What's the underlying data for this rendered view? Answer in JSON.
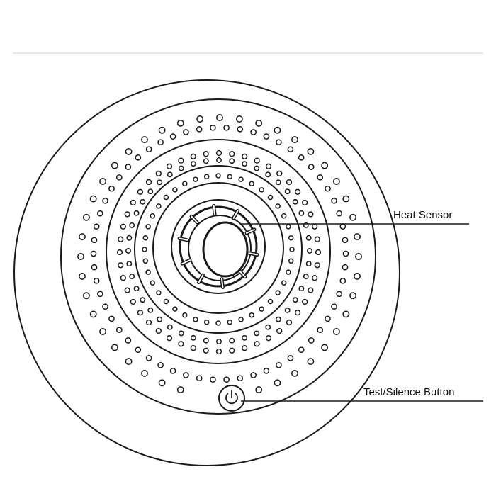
{
  "device": "smoke-alarm",
  "colors": {
    "line": "#1a1a1a",
    "background": "#ffffff"
  },
  "callouts": {
    "heat_sensor": "Heat Sensor",
    "test_silence_button": "Test/Silence Button"
  },
  "icons": {
    "button": "power-icon"
  }
}
